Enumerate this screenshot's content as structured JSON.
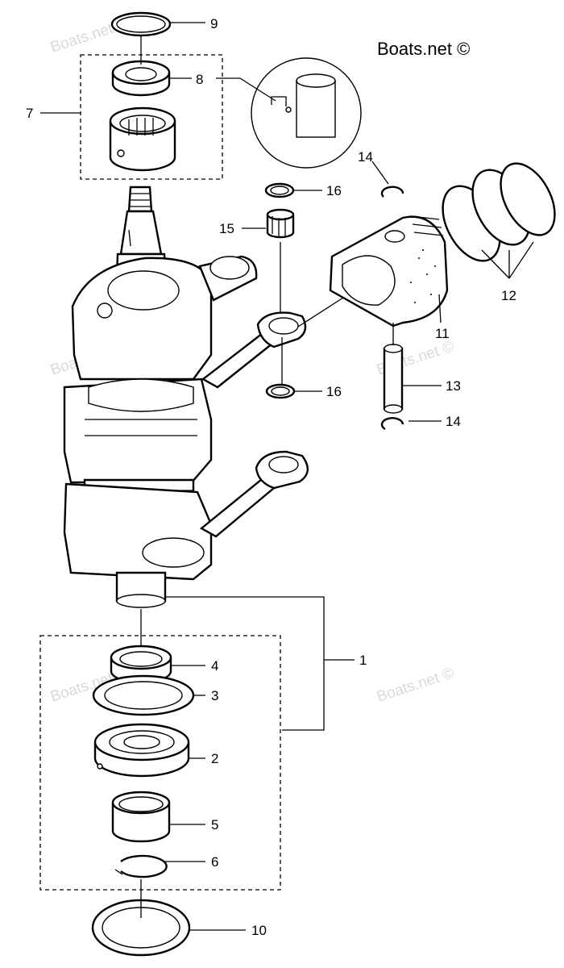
{
  "header": {
    "brand": "Boats.net ©"
  },
  "watermarks": [
    "Boats.net ©",
    "Boats.net ©",
    "Boats.net ©",
    "Boats.net ©",
    "Boats.net ©"
  ],
  "callouts": {
    "c1": "1",
    "c2": "2",
    "c3": "3",
    "c4": "4",
    "c5": "5",
    "c6": "6",
    "c7": "7",
    "c8": "8",
    "c9": "9",
    "c10": "10",
    "c11": "11",
    "c12": "12",
    "c13": "13",
    "c14a": "14",
    "c14b": "14",
    "c15": "15",
    "c16a": "16",
    "c16b": "16"
  }
}
